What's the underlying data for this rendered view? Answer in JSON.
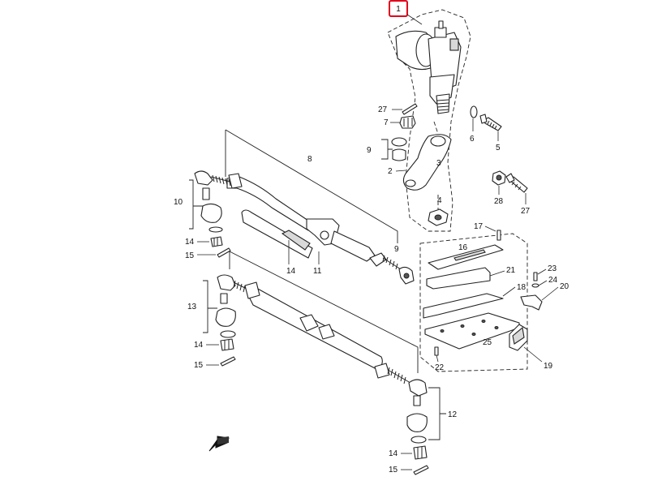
{
  "diagram": {
    "highlight_color": "#e0001b",
    "callouts": {
      "c1": "1",
      "c2": "2",
      "c3": "3",
      "c4": "4",
      "c5": "5",
      "c6": "6",
      "c7": "7",
      "c8": "8",
      "c9a": "9",
      "c9b": "9",
      "c10": "10",
      "c11": "11",
      "c12": "12",
      "c13": "13",
      "c14a": "14",
      "c14b": "14",
      "c14c": "14",
      "c14d": "14",
      "c15a": "15",
      "c15b": "15",
      "c15c": "15",
      "c16": "16",
      "c17": "17",
      "c18": "18",
      "c19": "19",
      "c20": "20",
      "c21": "21",
      "c22": "22",
      "c23": "23",
      "c24": "24",
      "c25": "25",
      "c27a": "27",
      "c27b": "27",
      "c28": "28"
    }
  }
}
